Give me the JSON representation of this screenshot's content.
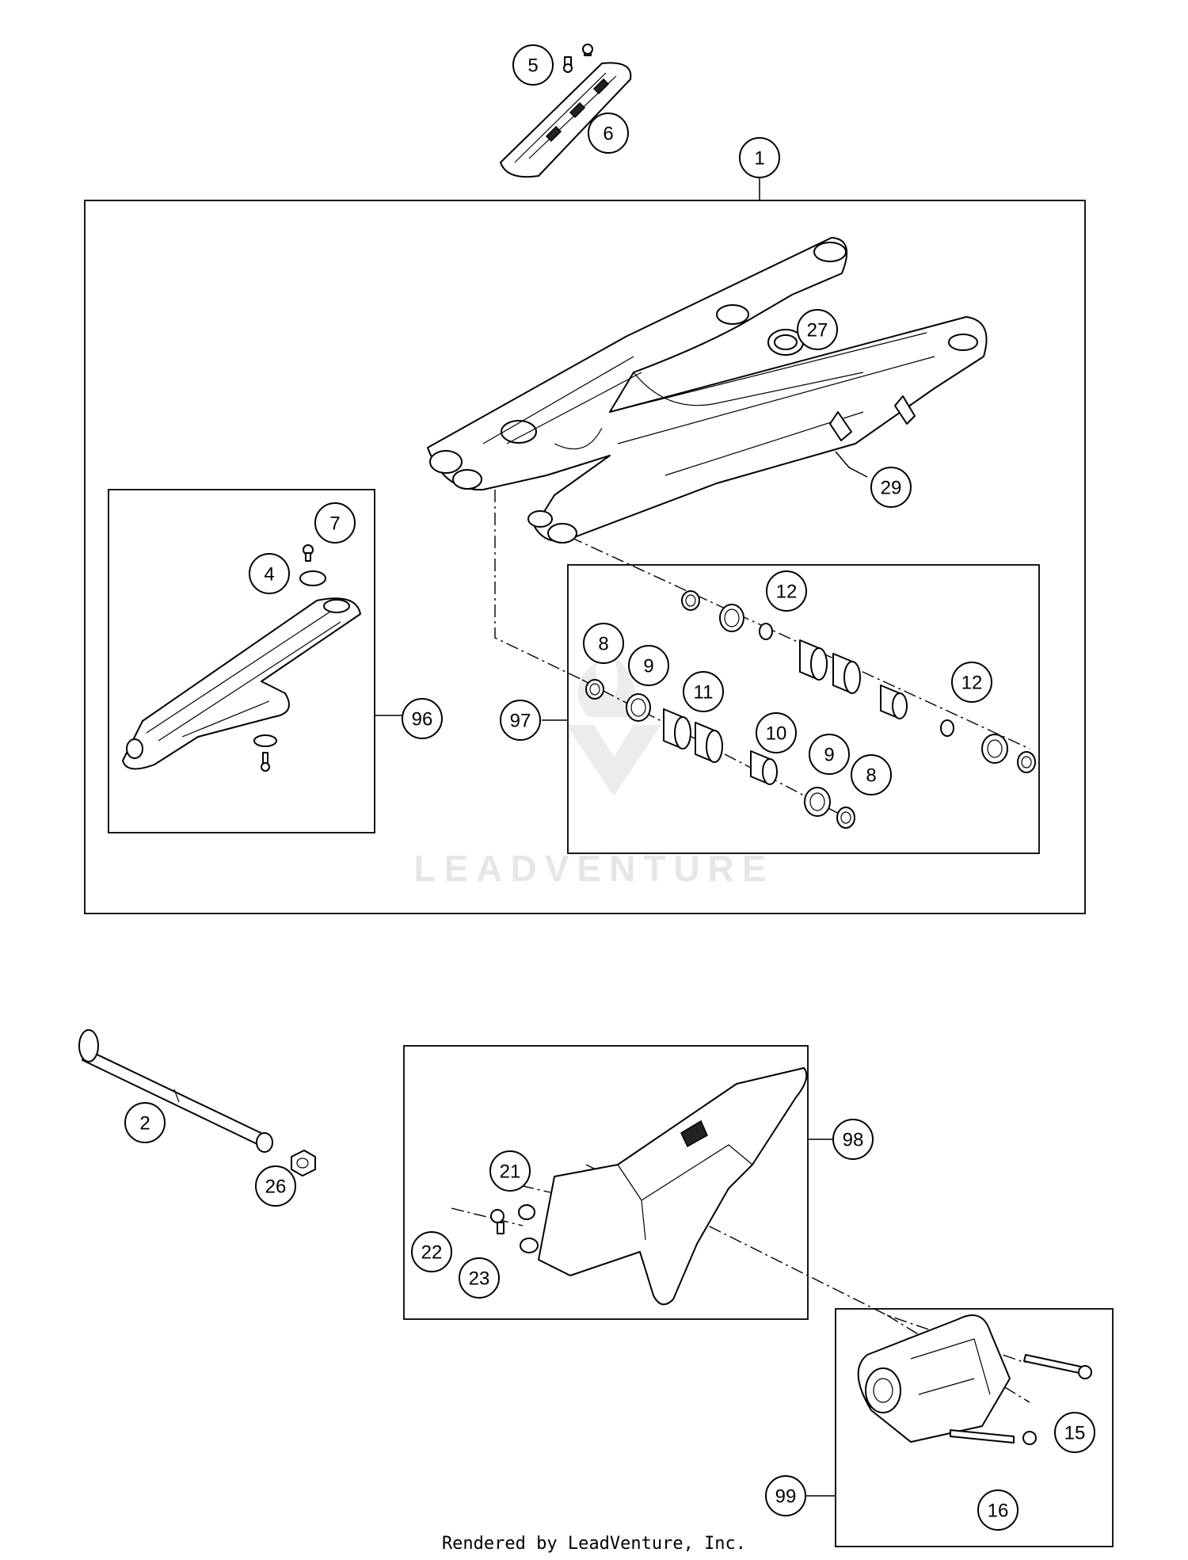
{
  "diagram": {
    "callouts": [
      "1",
      "2",
      "4",
      "5",
      "6",
      "7",
      "8",
      "9",
      "10",
      "11",
      "12",
      "15",
      "16",
      "21",
      "22",
      "23",
      "26",
      "27",
      "29",
      "96",
      "97",
      "98",
      "99"
    ],
    "callout_repeats": {
      "8": 2,
      "9": 2,
      "12": 2
    },
    "watermark": "LEADVENTURE",
    "footer": "Rendered by LeadVenture, Inc."
  },
  "colors": {
    "line": "#000000",
    "watermark": "#e6e6e6",
    "background": "#ffffff"
  }
}
